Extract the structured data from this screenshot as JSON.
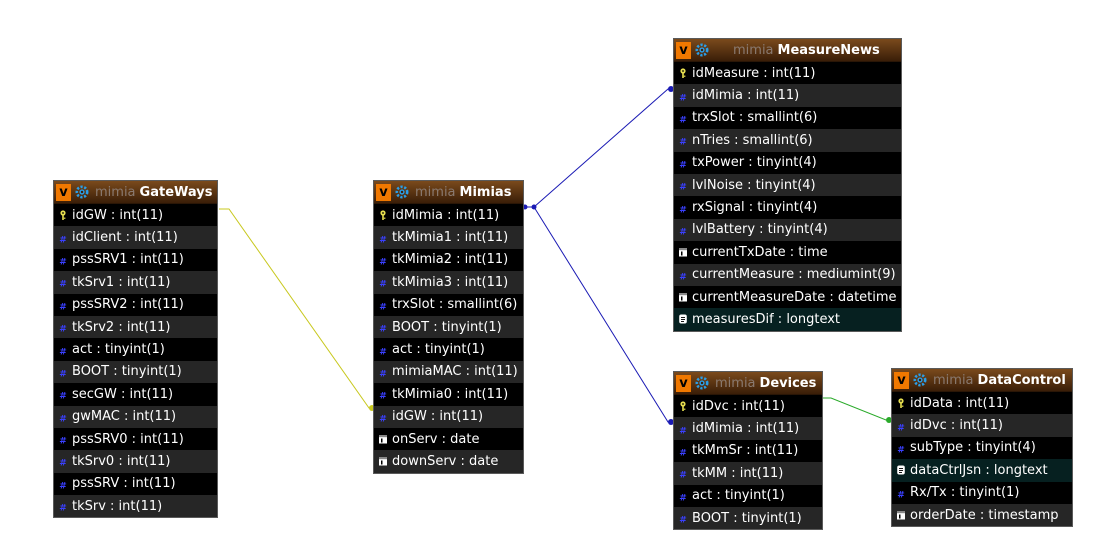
{
  "tables": [
    {
      "id": "gateways",
      "db": "mimia",
      "name": "GateWays",
      "collapse": "v",
      "fields": [
        {
          "text": "idGW : int(11)",
          "icon": "key"
        },
        {
          "text": "idClient : int(11)",
          "icon": "hash"
        },
        {
          "text": "pssSRV1 : int(11)",
          "icon": "hash"
        },
        {
          "text": "tkSrv1 : int(11)",
          "icon": "hash"
        },
        {
          "text": "pssSRV2 : int(11)",
          "icon": "hash"
        },
        {
          "text": "tkSrv2 : int(11)",
          "icon": "hash"
        },
        {
          "text": "act : tinyint(1)",
          "icon": "hash"
        },
        {
          "text": "BOOT : tinyint(1)",
          "icon": "hash"
        },
        {
          "text": "secGW : int(11)",
          "icon": "hash"
        },
        {
          "text": "gwMAC : int(11)",
          "icon": "hash"
        },
        {
          "text": "pssSRV0 : int(11)",
          "icon": "hash"
        },
        {
          "text": "tkSrv0 : int(11)",
          "icon": "hash"
        },
        {
          "text": "pssSRV : int(11)",
          "icon": "hash"
        },
        {
          "text": "tkSrv : int(11)",
          "icon": "hash"
        }
      ]
    },
    {
      "id": "mimias",
      "db": "mimia",
      "name": "Mimias",
      "collapse": "v",
      "fields": [
        {
          "text": "idMimia : int(11)",
          "icon": "key"
        },
        {
          "text": "tkMimia1 : int(11)",
          "icon": "hash"
        },
        {
          "text": "tkMimia2 : int(11)",
          "icon": "hash"
        },
        {
          "text": "tkMimia3 : int(11)",
          "icon": "hash"
        },
        {
          "text": "trxSlot : smallint(6)",
          "icon": "hash"
        },
        {
          "text": "BOOT : tinyint(1)",
          "icon": "hash"
        },
        {
          "text": "act : tinyint(1)",
          "icon": "hash"
        },
        {
          "text": "mimiaMAC : int(11)",
          "icon": "hash"
        },
        {
          "text": "tkMimia0 : int(11)",
          "icon": "hash"
        },
        {
          "text": "idGW : int(11)",
          "icon": "hash"
        },
        {
          "text": "onServ : date",
          "icon": "calendar"
        },
        {
          "text": "downServ : date",
          "icon": "calendar"
        }
      ]
    },
    {
      "id": "measurenews",
      "db": "mimia",
      "name": "MeasureNews",
      "collapse": "v",
      "fields": [
        {
          "text": "idMeasure : int(11)",
          "icon": "key"
        },
        {
          "text": "idMimia : int(11)",
          "icon": "hash"
        },
        {
          "text": "trxSlot : smallint(6)",
          "icon": "hash"
        },
        {
          "text": "nTries : smallint(6)",
          "icon": "hash"
        },
        {
          "text": "txPower : tinyint(4)",
          "icon": "hash"
        },
        {
          "text": "lvlNoise : tinyint(4)",
          "icon": "hash"
        },
        {
          "text": "rxSignal : tinyint(4)",
          "icon": "hash"
        },
        {
          "text": "lvlBattery : tinyint(4)",
          "icon": "hash"
        },
        {
          "text": "currentTxDate : time",
          "icon": "calendar"
        },
        {
          "text": "currentMeasure : mediumint(9)",
          "icon": "hash"
        },
        {
          "text": "currentMeasureDate : datetime",
          "icon": "calendar"
        },
        {
          "text": "measuresDif : longtext",
          "icon": "text"
        }
      ]
    },
    {
      "id": "devices",
      "db": "mimia",
      "name": "Devices",
      "collapse": "v",
      "fields": [
        {
          "text": "idDvc : int(11)",
          "icon": "key"
        },
        {
          "text": "idMimia : int(11)",
          "icon": "hash"
        },
        {
          "text": "tkMmSr : int(11)",
          "icon": "hash"
        },
        {
          "text": "tkMM : int(11)",
          "icon": "hash"
        },
        {
          "text": "act : tinyint(1)",
          "icon": "hash"
        },
        {
          "text": "BOOT : tinyint(1)",
          "icon": "hash"
        }
      ]
    },
    {
      "id": "datacontrol",
      "db": "mimia",
      "name": "DataControl",
      "collapse": "v",
      "fields": [
        {
          "text": "idData : int(11)",
          "icon": "key"
        },
        {
          "text": "idDvc : int(11)",
          "icon": "hash"
        },
        {
          "text": "subType : tinyint(4)",
          "icon": "hash"
        },
        {
          "text": "dataCtrlJsn : longtext",
          "icon": "text"
        },
        {
          "text": "Rx/Tx : tinyint(1)",
          "icon": "hash"
        },
        {
          "text": "orderDate : timestamp",
          "icon": "calendar"
        }
      ]
    }
  ],
  "relations": [
    {
      "from": "gateways.idGW",
      "to": "mimias.idGW",
      "color": "#c8c81e"
    },
    {
      "from": "mimias.idMimia",
      "to": "measurenews.idMimia",
      "color": "#1a1ab4"
    },
    {
      "from": "mimias.idMimia",
      "to": "devices.idMimia",
      "color": "#1a1ab4"
    },
    {
      "from": "devices.idDvc",
      "to": "datacontrol.idDvc",
      "color": "#2aaa2a"
    }
  ]
}
